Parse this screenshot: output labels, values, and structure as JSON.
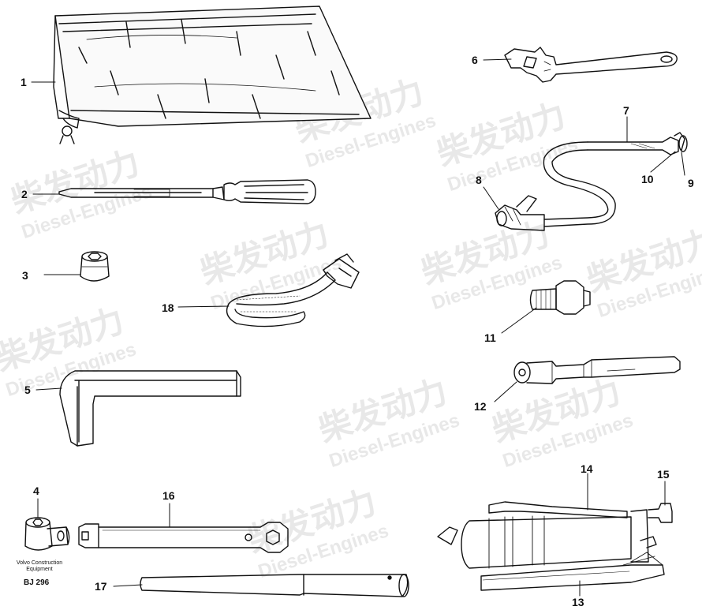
{
  "diagram": {
    "part_numbers": {
      "n1": "1",
      "n2": "2",
      "n3": "3",
      "n4": "4",
      "n5": "5",
      "n6": "6",
      "n7": "7",
      "n8": "8",
      "n9": "9",
      "n10": "10",
      "n11": "11",
      "n12": "12",
      "n13": "13",
      "n14": "14",
      "n15": "15",
      "n16": "16",
      "n17": "17",
      "n18": "18"
    },
    "footer": {
      "company_line1": "Volvo Construction",
      "company_line2": "Equipment",
      "drawing_code": "BJ 296"
    },
    "watermark": {
      "brand": "柴发动力",
      "sub": "Diesel-Engines"
    },
    "colors": {
      "ink": "#111111",
      "watermark": "#e9e9e9",
      "background": "#ffffff"
    }
  }
}
